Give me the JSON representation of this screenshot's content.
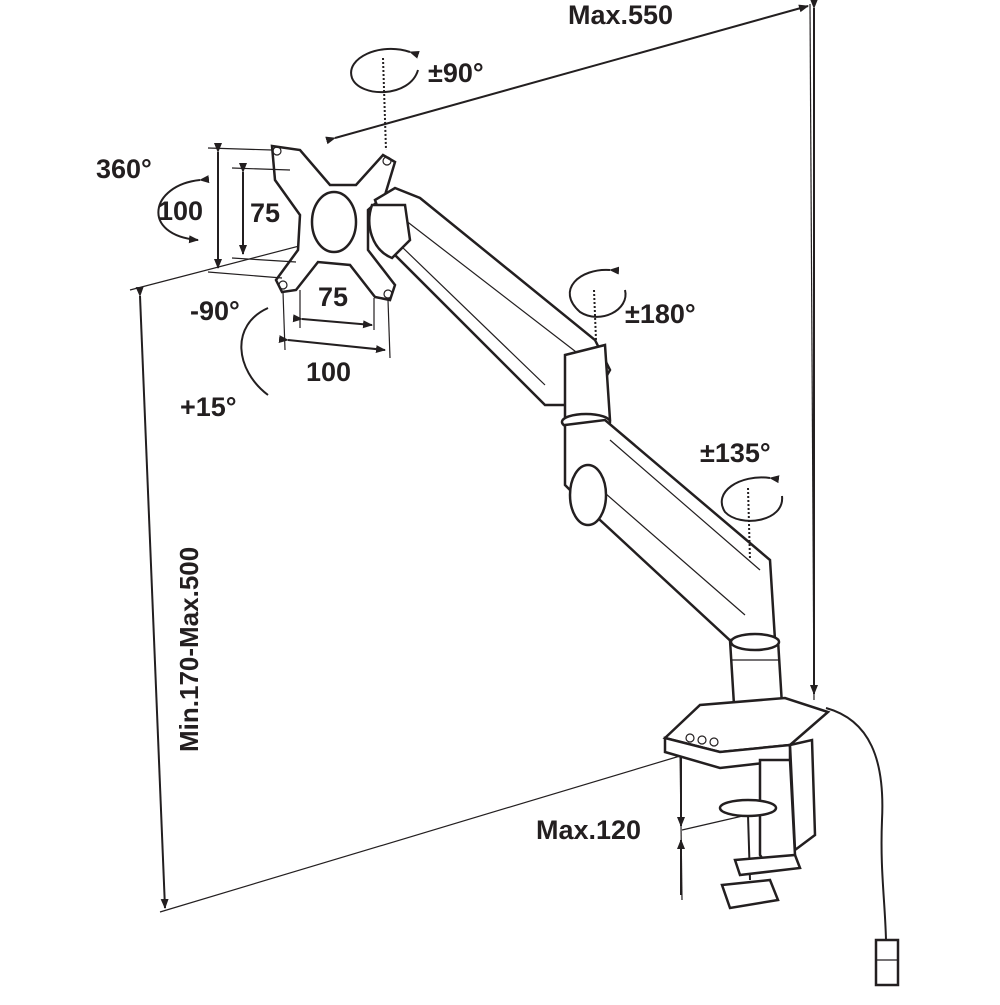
{
  "labels": {
    "max_reach": "Max.550",
    "tilt": "±90°",
    "rotation": "360°",
    "vesa_v_large": "100",
    "vesa_v_small": "75",
    "vesa_h_small": "75",
    "vesa_h_large": "100",
    "tilt_down": "-90°",
    "tilt_up": "+15°",
    "swivel_elbow": "±180°",
    "swivel_base": "±135°",
    "height_range": "Min.170-Max.500",
    "clamp_thickness": "Max.120"
  },
  "colors": {
    "line": "#231f20",
    "background": "#ffffff"
  }
}
